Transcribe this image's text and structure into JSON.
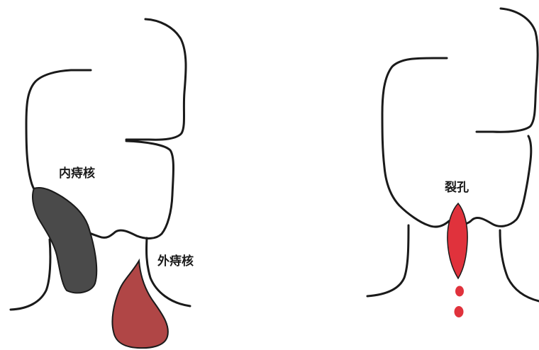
{
  "left_panel": {
    "internal_label": "内痔核",
    "external_label": "外痔核",
    "colors": {
      "internal": "#4a4a4a",
      "external": "#b04646"
    }
  },
  "right_panel": {
    "fissure_label": "裂孔",
    "colors": {
      "fissure": "#e0323c"
    }
  }
}
